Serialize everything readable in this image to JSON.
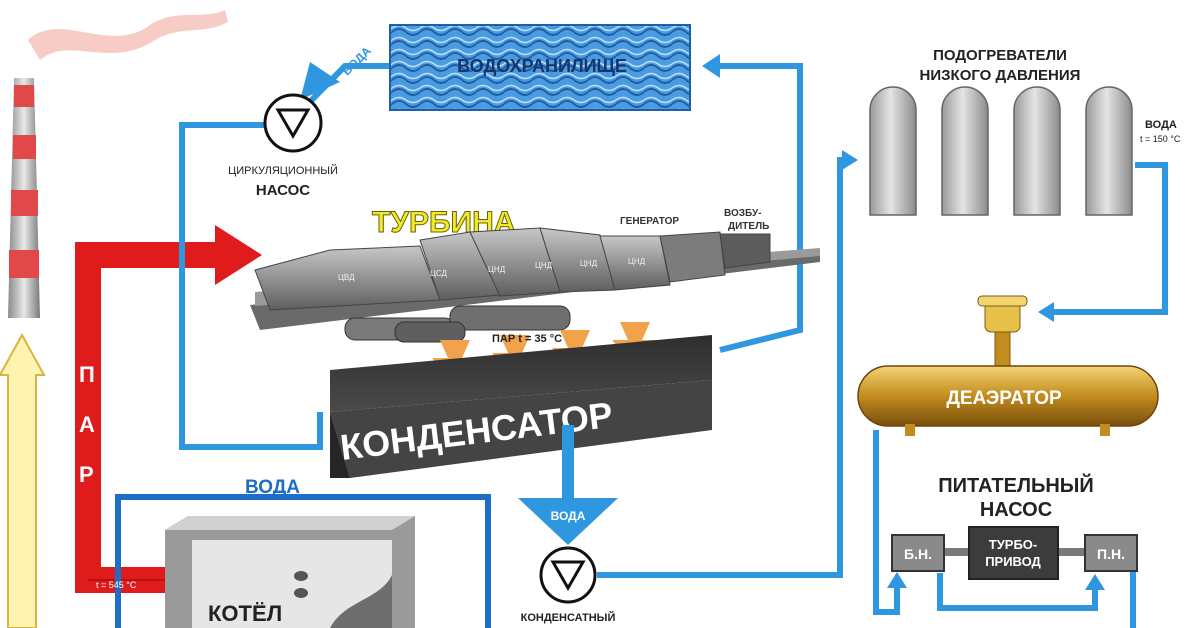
{
  "labels": {
    "reservoir": "ВОДОХРАНИЛИЩЕ",
    "water_top": "ВОДА",
    "circ_pump_line1": "ЦИРКУЛЯЦИОННЫЙ",
    "circ_pump_line2": "НАСОС",
    "turbine": "ТУРБИНА",
    "generator": "ГЕНЕРАТОР",
    "exciter_line1": "ВОЗБУ-",
    "exciter_line2": "ДИТЕЛЬ",
    "steam_letters": [
      "П",
      "А",
      "Р"
    ],
    "steam_temp": "ПАР t = 35 °С",
    "condenser": "КОНДЕНСАТОР",
    "water_boiler": "ВОДА",
    "water_cond": "ВОДА",
    "boiler": "КОТЁЛ",
    "boiler_temp": "t = 545 °С",
    "cond_pump": "КОНДЕНСАТНЫЙ",
    "lph_line1": "ПОДОГРЕВАТЕЛИ",
    "lph_line2": "НИЗКОГО ДАВЛЕНИЯ",
    "water_right": "ВОДА",
    "water_right_temp": "t = 150 °С",
    "deaerator": "ДЕАЭРАТОР",
    "feed_pump_line1": "ПИТАТЕЛЬНЫЙ",
    "feed_pump_line2": "НАСОС",
    "bn": "Б.Н.",
    "turbo_line1": "ТУРБО-",
    "turbo_line2": "ПРИВОД",
    "pn": "П.Н.",
    "turbine_sections": [
      "ЦВД",
      "ЦСД",
      "ЦНД",
      "ЦНД",
      "ЦНД",
      "ЦНД"
    ]
  },
  "colors": {
    "steam_red": "#e01b1b",
    "water_blue": "#2f97e0",
    "boiler_blue": "#1c6fc4",
    "reservoir_blue": "#3d8fd6",
    "condenser_dark": "#3b3b3b",
    "turbine_grey": "#8b8b8b",
    "heater_grey": "#bcbcbc",
    "deaerator_gold": "#c8961e",
    "turbine_yellow": "#f1ea2c",
    "steam_arrow_orange": "#f2a24a"
  }
}
